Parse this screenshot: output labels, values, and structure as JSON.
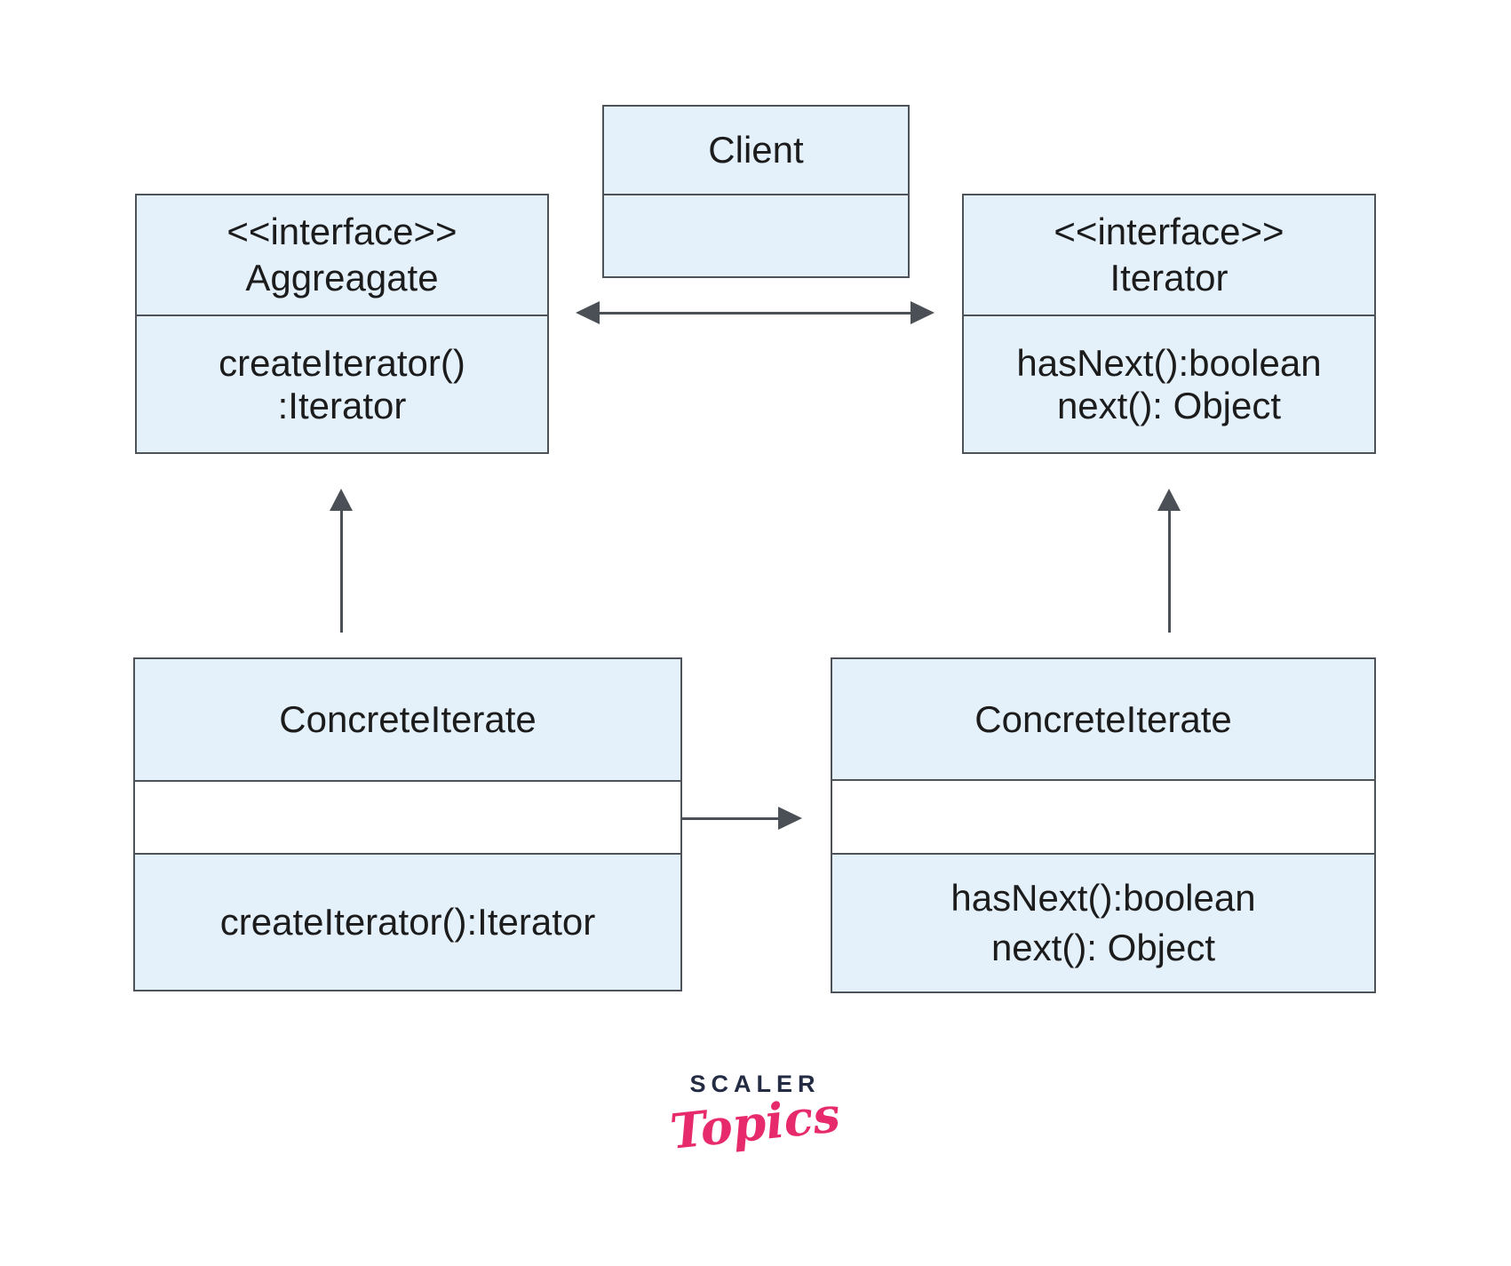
{
  "classes": {
    "client": {
      "name": "Client"
    },
    "aggregate_interface": {
      "stereotype": "<<interface>>",
      "name": "Aggreagate",
      "methods": [
        "createIterator()",
        ":Iterator"
      ]
    },
    "iterator_interface": {
      "stereotype": "<<interface>>",
      "name": "Iterator",
      "methods": [
        "hasNext():boolean",
        "next(): Object"
      ]
    },
    "concrete_aggregate": {
      "name": "ConcreteIterate",
      "methods": [
        "createIterator():Iterator"
      ]
    },
    "concrete_iterator": {
      "name": "ConcreteIterate",
      "methods": [
        "hasNext():boolean",
        "next(): Object"
      ]
    }
  },
  "arrows": {
    "client_association": "double-headed",
    "aggregate_realization": "up",
    "iterator_realization": "up",
    "concrete_link": "right"
  },
  "logo": {
    "brand": "SCALER",
    "product": "Topics"
  },
  "colors": {
    "box_fill": "#e4f1fb",
    "box_border": "#4d5359",
    "arrow": "#4b5056",
    "text": "#1c1c1c",
    "logo_navy": "#242c44",
    "logo_pink": "#e72a6c",
    "background": "#ffffff"
  }
}
